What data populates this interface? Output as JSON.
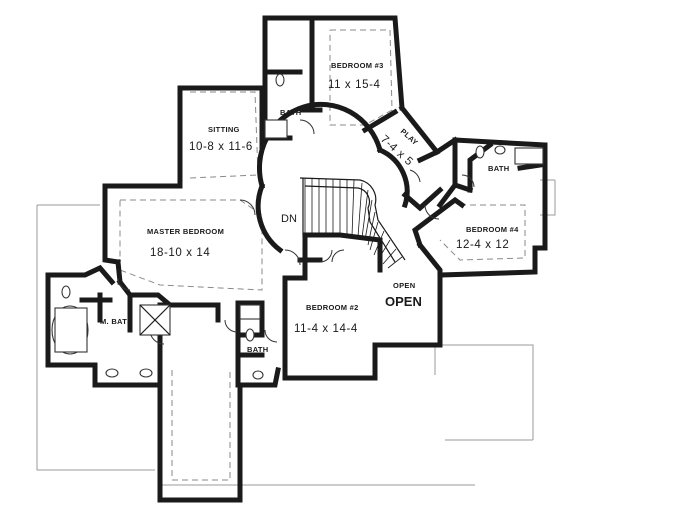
{
  "rooms": {
    "bedroom3": {
      "name": "BEDROOM #3",
      "dims": "11 x 15-4"
    },
    "sitting": {
      "name": "SITTING",
      "dims": "10-8 x 11-6"
    },
    "play": {
      "name": "PLAY",
      "dims": "7-4 x 5"
    },
    "master": {
      "name": "MASTER BEDROOM",
      "dims": "18-10 x 14"
    },
    "bedroom4": {
      "name": "BEDROOM #4",
      "dims": "12-4 x 12"
    },
    "bedroom2": {
      "name": "BEDROOM #2",
      "dims": "11-4 x 14-4"
    },
    "open": {
      "name": "OPEN",
      "big": "OPEN"
    },
    "mbath": {
      "name": "M. BATH"
    },
    "bath_upper": {
      "name": "BATH"
    },
    "bath_right": {
      "name": "BATH"
    },
    "bath_lower": {
      "name": "BATH"
    }
  },
  "stair": {
    "label": "DN"
  }
}
